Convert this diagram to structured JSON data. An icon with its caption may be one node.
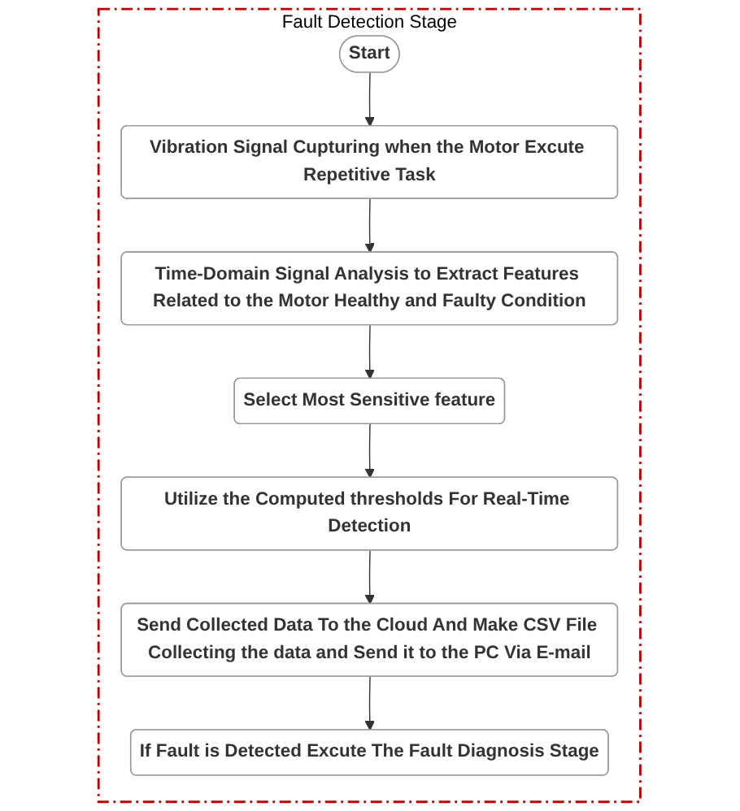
{
  "diagram": {
    "nodes": [
      {
        "text": [
          "Fault Detection Stage"
        ]
      },
      {
        "text": [
          "Start"
        ],
        "in": 0
      },
      {
        "text": [
          "Vibration Signal Cupturing when the Motor Excute Repetitive Task"
        ],
        "in": 0
      },
      {
        "text": [
          "Time-Domain Signal Analysis to Extract Features Related to the Motor Healthy and Faulty Condition"
        ],
        "in": 0
      },
      {
        "text": [
          "Select Most Sensitive feature"
        ],
        "in": 0
      },
      {
        "text": [
          "Utilize the Computed thresholds For Real-Time Detection"
        ],
        "in": 0
      },
      {
        "text": [
          "Send Collected Data To the Cloud And Make CSV File Collecting the data and Send it to the PC Via E-mail"
        ],
        "in": 0
      },
      {
        "text": [
          "If Fault is Detected Excute The Fault Diagnosis Stage"
        ],
        "in": 0
      }
    ],
    "edges": [
      {
        "from": 1,
        "to": 2,
        "arrow": "to"
      },
      {
        "from": 2,
        "to": 3,
        "arrow": "to"
      },
      {
        "from": 3,
        "to": 4,
        "arrow": "to"
      },
      {
        "from": 4,
        "to": 5,
        "arrow": "to"
      },
      {
        "from": 5,
        "to": 6,
        "arrow": "to"
      },
      {
        "from": 6,
        "to": 7,
        "arrow": "to"
      }
    ]
  }
}
